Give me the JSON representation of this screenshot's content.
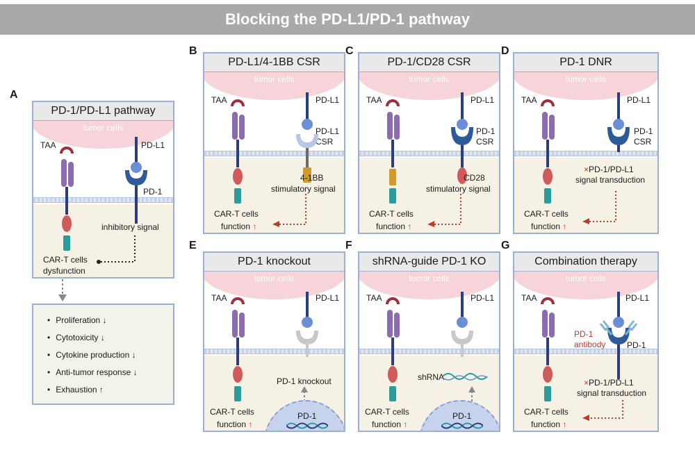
{
  "banner_title": "Blocking the PD-L1/PD-1 pathway",
  "panels": {
    "A": {
      "letter": "A",
      "title": "PD-1/PD-L1 pathway"
    },
    "B": {
      "letter": "B",
      "title": "PD-L1/4-1BB CSR"
    },
    "C": {
      "letter": "C",
      "title": "PD-1/CD28 CSR"
    },
    "D": {
      "letter": "D",
      "title": "PD-1 DNR"
    },
    "E": {
      "letter": "E",
      "title": "PD-1 knockout"
    },
    "F": {
      "letter": "F",
      "title": "shRNA-guide PD-1 KO"
    },
    "G": {
      "letter": "G",
      "title": "Combination therapy"
    }
  },
  "labels": {
    "tumor_cells": "tumor cells",
    "taa": "TAA",
    "pdl1": "PD-L1",
    "pd1": "PD-1",
    "csr": "CSR",
    "car_t_cells": "CAR-T cells",
    "function": "function",
    "up_arrow": "↑",
    "down_arrow": "↓",
    "dysfunction": "dysfunction",
    "inhibitory_signal": "inhibitory signal",
    "four_1bb": "4-1BB",
    "cd28": "CD28",
    "stimulatory_signal": "stimulatory signal",
    "dnr_x": "×",
    "dnr_text": "PD-1/PD-L1",
    "signal_transduction": "signal transduction",
    "pd1_knockout": "PD-1 knockout",
    "shrna": "shRNA",
    "pd1_antibody_1": "PD-1",
    "pd1_antibody_2": "antibody"
  },
  "outcomes": [
    {
      "text": "Proliferation",
      "arrow": "↓"
    },
    {
      "text": "Cytotoxicity",
      "arrow": "↓"
    },
    {
      "text": "Cytokine production",
      "arrow": "↓"
    },
    {
      "text": "Anti-tumor response",
      "arrow": "↓"
    },
    {
      "text": "Exhaustion",
      "arrow": "↑"
    }
  ],
  "colors": {
    "panel_border": "#9aaed6",
    "tumor": "#f7d4d9",
    "cytoplasm": "#f5f1e4",
    "car_purple": "#8e6bb0",
    "car_red": "#cf5a5a",
    "car_teal": "#2a9d9b",
    "pd1_blue": "#2a3f7a",
    "pdl1_blue": "#6a8fd6",
    "four_1bb_orange": "#d19a2e",
    "dashed_red": "#c0392b"
  }
}
